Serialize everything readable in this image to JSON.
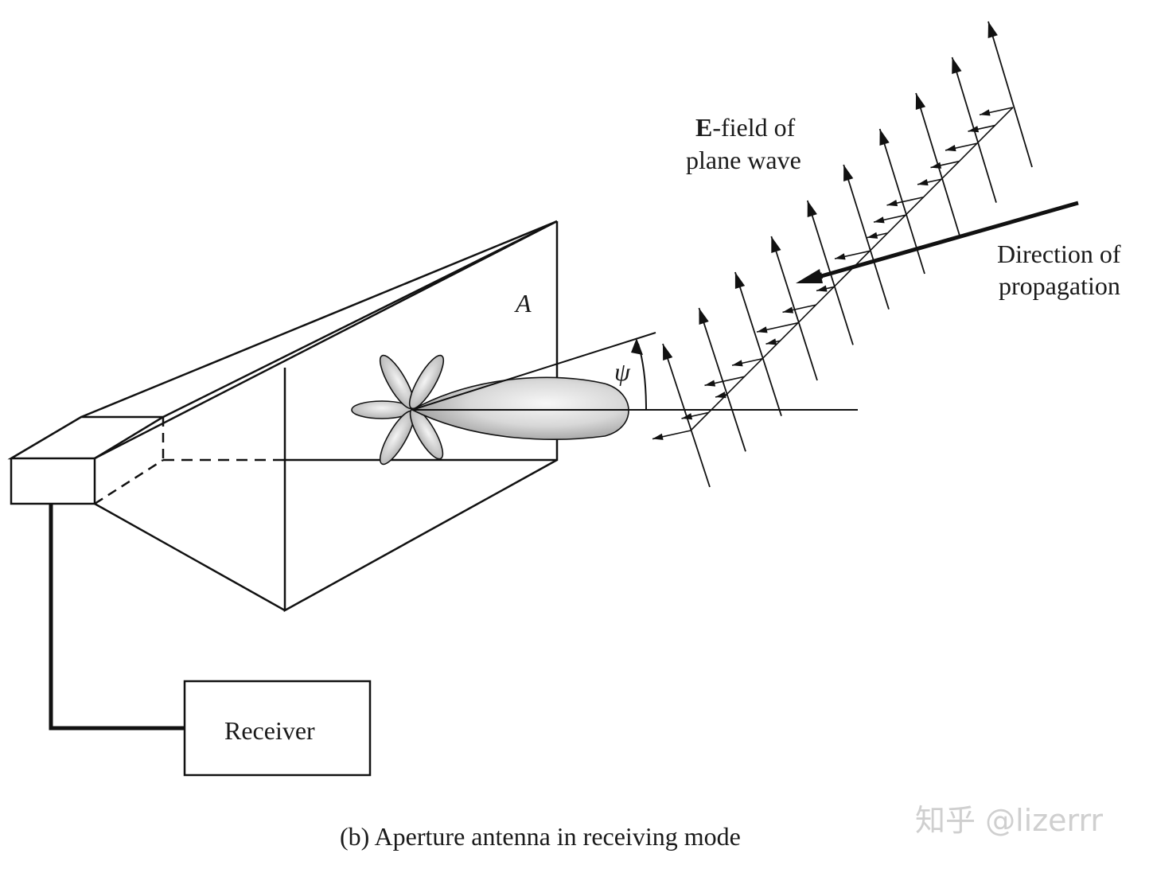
{
  "labels": {
    "aperture": "A",
    "angle": "ψ",
    "efield_line1_bold": "E",
    "efield_line1_rest": "-field of",
    "efield_line2": "plane wave",
    "direction_line1": "Direction of",
    "direction_line2": "propagation",
    "receiver": "Receiver",
    "caption": "(b) Aperture antenna in receiving mode"
  },
  "watermark": "知乎 @lizerrr",
  "colors": {
    "ink": "#111111",
    "lobe_light": "#f2f2f2",
    "lobe_dark": "#a9a9a9"
  },
  "icons": {
    "arrowhead": "filled-triangle"
  }
}
